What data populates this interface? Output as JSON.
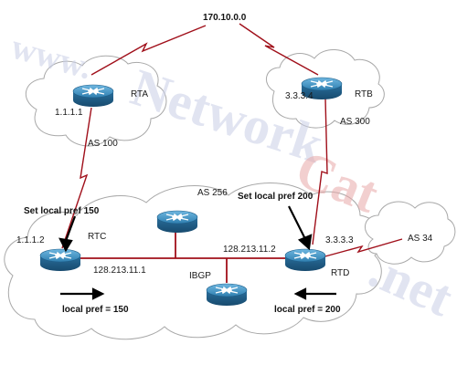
{
  "network": {
    "label": "170.10.0.0"
  },
  "routers": {
    "rta": {
      "name": "RTA",
      "ip": "1.1.1.1",
      "as": "AS 100"
    },
    "rtb": {
      "name": "RTB",
      "ip": "3.3.3.4",
      "as": "AS 300"
    },
    "rtc": {
      "name": "RTC",
      "ip_ext": "1.1.1.2",
      "ip_int": "128.213.11.1"
    },
    "rtd": {
      "name": "RTD",
      "ip_ext": "3.3.3.3",
      "ip_int": "128.213.11.2"
    }
  },
  "clouds": {
    "center_as": "AS 256",
    "right_as": "AS 34"
  },
  "ibgp_label": "IBGP",
  "annotations": {
    "set_pref_150": "Set local pref 150",
    "set_pref_200": "Set local pref 200",
    "pref_150": "local pref = 150",
    "pref_200": "local pref = 200"
  },
  "watermark": {
    "part1": "www.",
    "part2": "Network",
    "part3": "Cat",
    "part4": ".net"
  },
  "colors": {
    "router_top": "#3e8fbf",
    "router_side": "#1f5f8a",
    "link": "#a00f1a",
    "ethernet": "#a00f1a",
    "cloud_stroke": "#a0a0a0"
  }
}
